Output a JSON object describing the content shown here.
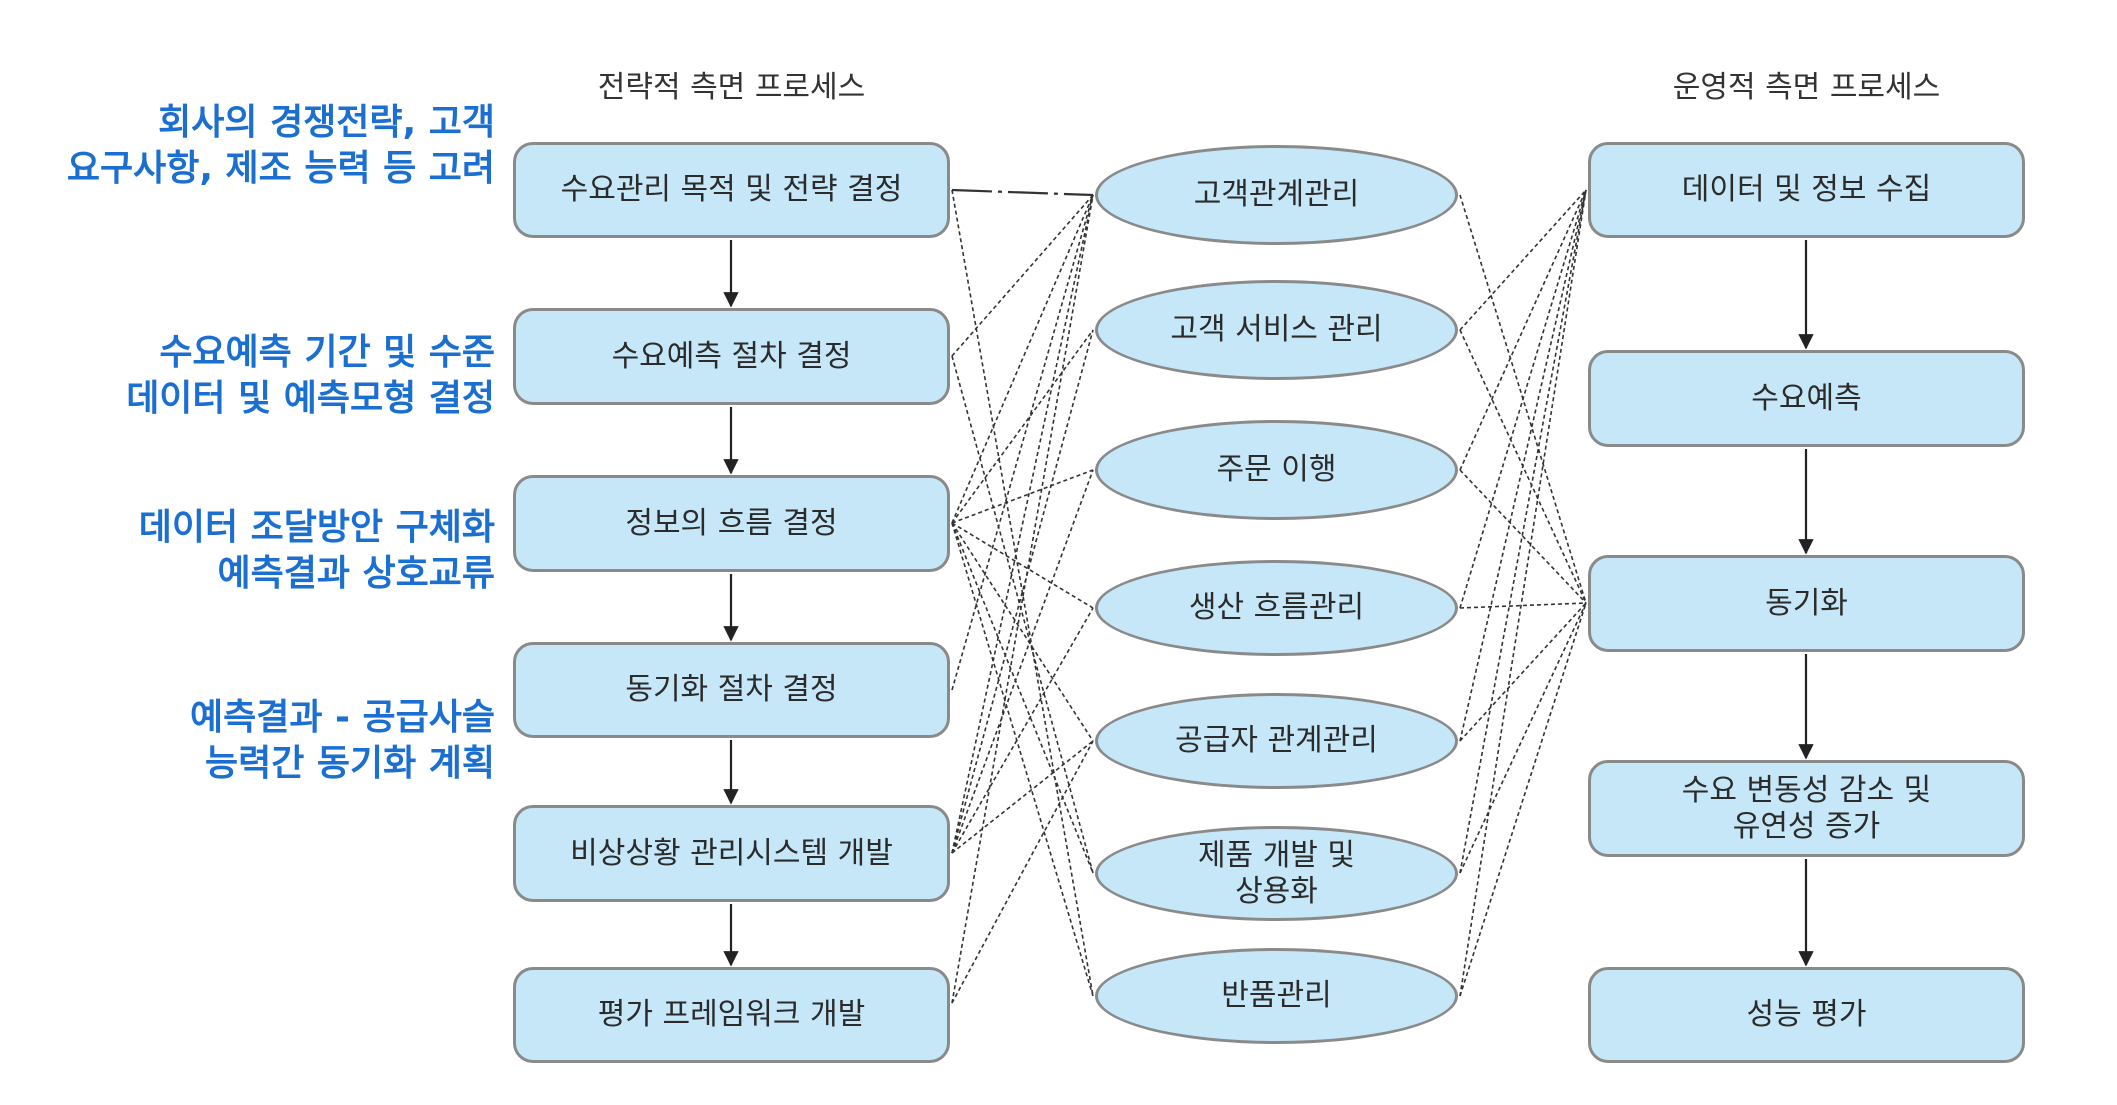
{
  "headers": {
    "strategic": "전략적 측면 프로세스",
    "operational": "운영적 측면 프로세스"
  },
  "annotations": [
    {
      "lines": [
        "회사의 경쟁전략, 고객",
        "요구사항, 제조 능력 등 고려"
      ]
    },
    {
      "lines": [
        "수요예측 기간 및 수준",
        "데이터 및 예측모형 결정"
      ]
    },
    {
      "lines": [
        "데이터 조달방안 구체화",
        "예측결과 상호교류"
      ]
    },
    {
      "lines": [
        "예측결과 - 공급사슬",
        "능력간 동기화 계획"
      ]
    }
  ],
  "strategic_steps": [
    {
      "label": "수요관리 목적 및 전략 결정"
    },
    {
      "label": "수요예측 절차 결정"
    },
    {
      "label": "정보의 흐름 결정"
    },
    {
      "label": "동기화 절차 결정"
    },
    {
      "label": "비상상황 관리시스템 개발"
    },
    {
      "label": "평가 프레임워크 개발"
    }
  ],
  "processes": [
    {
      "label": "고객관계관리"
    },
    {
      "label": "고객 서비스 관리"
    },
    {
      "label": "주문 이행"
    },
    {
      "label": "생산 흐름관리"
    },
    {
      "label": "공급자 관계관리"
    },
    {
      "label": "제품 개발 및\n상용화"
    },
    {
      "label": "반품관리"
    }
  ],
  "operational_steps": [
    {
      "label": "데이터 및 정보 수집"
    },
    {
      "label": "수요예측"
    },
    {
      "label": "동기화"
    },
    {
      "label": "수요 변동성 감소 및\n유연성 증가"
    },
    {
      "label": "성능 평가"
    }
  ],
  "links_left": [
    {
      "from": 0,
      "to": 0,
      "style": "dashdot"
    },
    {
      "from": 0,
      "to": 6,
      "style": "dotted"
    },
    {
      "from": 1,
      "to": 0,
      "style": "dotted"
    },
    {
      "from": 1,
      "to": 5,
      "style": "dotted"
    },
    {
      "from": 2,
      "to": 0,
      "style": "dotted"
    },
    {
      "from": 2,
      "to": 1,
      "style": "dotted"
    },
    {
      "from": 2,
      "to": 2,
      "style": "dotted"
    },
    {
      "from": 2,
      "to": 3,
      "style": "dotted"
    },
    {
      "from": 2,
      "to": 4,
      "style": "dotted"
    },
    {
      "from": 2,
      "to": 5,
      "style": "dotted"
    },
    {
      "from": 2,
      "to": 6,
      "style": "dotted"
    },
    {
      "from": 3,
      "to": 0,
      "style": "dotted"
    },
    {
      "from": 4,
      "to": 0,
      "style": "dotted"
    },
    {
      "from": 4,
      "to": 1,
      "style": "dotted"
    },
    {
      "from": 4,
      "to": 2,
      "style": "dotted"
    },
    {
      "from": 4,
      "to": 3,
      "style": "dotted"
    },
    {
      "from": 4,
      "to": 4,
      "style": "dotted"
    },
    {
      "from": 5,
      "to": 0,
      "style": "dotted"
    },
    {
      "from": 5,
      "to": 4,
      "style": "dotted"
    }
  ],
  "links_right": [
    {
      "from": 0,
      "to": 2
    },
    {
      "from": 1,
      "to": 0
    },
    {
      "from": 1,
      "to": 2
    },
    {
      "from": 2,
      "to": 0
    },
    {
      "from": 2,
      "to": 2
    },
    {
      "from": 3,
      "to": 0
    },
    {
      "from": 3,
      "to": 2
    },
    {
      "from": 4,
      "to": 0
    },
    {
      "from": 4,
      "to": 2
    },
    {
      "from": 5,
      "to": 0
    },
    {
      "from": 5,
      "to": 2
    },
    {
      "from": 6,
      "to": 0
    },
    {
      "from": 6,
      "to": 2
    }
  ],
  "colors": {
    "node_fill": "#c6e7f8",
    "node_border": "#8a8a8a",
    "annotation_text": "#1b6fd0",
    "line": "#333333"
  }
}
